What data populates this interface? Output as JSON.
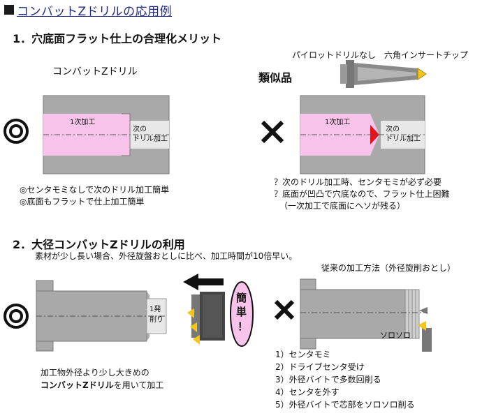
{
  "title": "コンバットZドリルの応用例",
  "section1": {
    "heading": "1．穴底面フラット仕上の合理化メリット",
    "left": {
      "label": "コンバットZドリル",
      "mark": "◎",
      "first_cut": "1次加工",
      "next_cut_line1": "次の",
      "next_cut_line2": "ドリル加工",
      "notes": [
        "◎センタモミなしで次のドリル加工簡単",
        "◎底面もフラットで仕上加工簡単"
      ]
    },
    "right": {
      "tool_label": "パイロットドリルなし　六角インサートチップ",
      "similar_label": "類似品",
      "mark": "✕",
      "first_cut": "1次加工",
      "next_cut_line1": "次の",
      "next_cut_line2": "ドリル加工",
      "notes": [
        "？次のドリル加工時、センタモミが必ず必要",
        "？底面が凹凸で穴底なので、フラット仕上困難",
        "（一次加工で底面にヘソが残る）"
      ]
    }
  },
  "section2": {
    "heading": "2．大径コンバットZドリルの利用",
    "subtitle": "素材が少し長い場合、外径旋盤おとしに比べ、加工時間が10倍早い。",
    "left": {
      "mark": "◎",
      "cut_line1": "1発",
      "cut_line2": "削り",
      "easy_line1": "簡",
      "easy_line2": "単",
      "easy_line3": "！",
      "caption_line1": "加工物外径より少し大きめの",
      "caption_bold": "コンバットZドリル",
      "caption_rest": "を用いて加工"
    },
    "right": {
      "mark": "✕",
      "conventional": "従来の加工方法（外径旋削おとし）",
      "slow_label": "ソロソロ",
      "steps": [
        "1）センタモミ",
        "2）ドライブセンタ受け",
        "3）外径バイトで多数回削る",
        "4）センタを外す",
        "5）外径バイトで芯部をソロソロ削る"
      ]
    }
  },
  "colors": {
    "title_blue": "#1f2a85",
    "workpiece_gray": "#a9a9a9",
    "cut_pink": "#f7c3ea",
    "arrow_black": "#111111",
    "insert_yellow": "#f4c51c",
    "red_tip": "#e8121b"
  }
}
